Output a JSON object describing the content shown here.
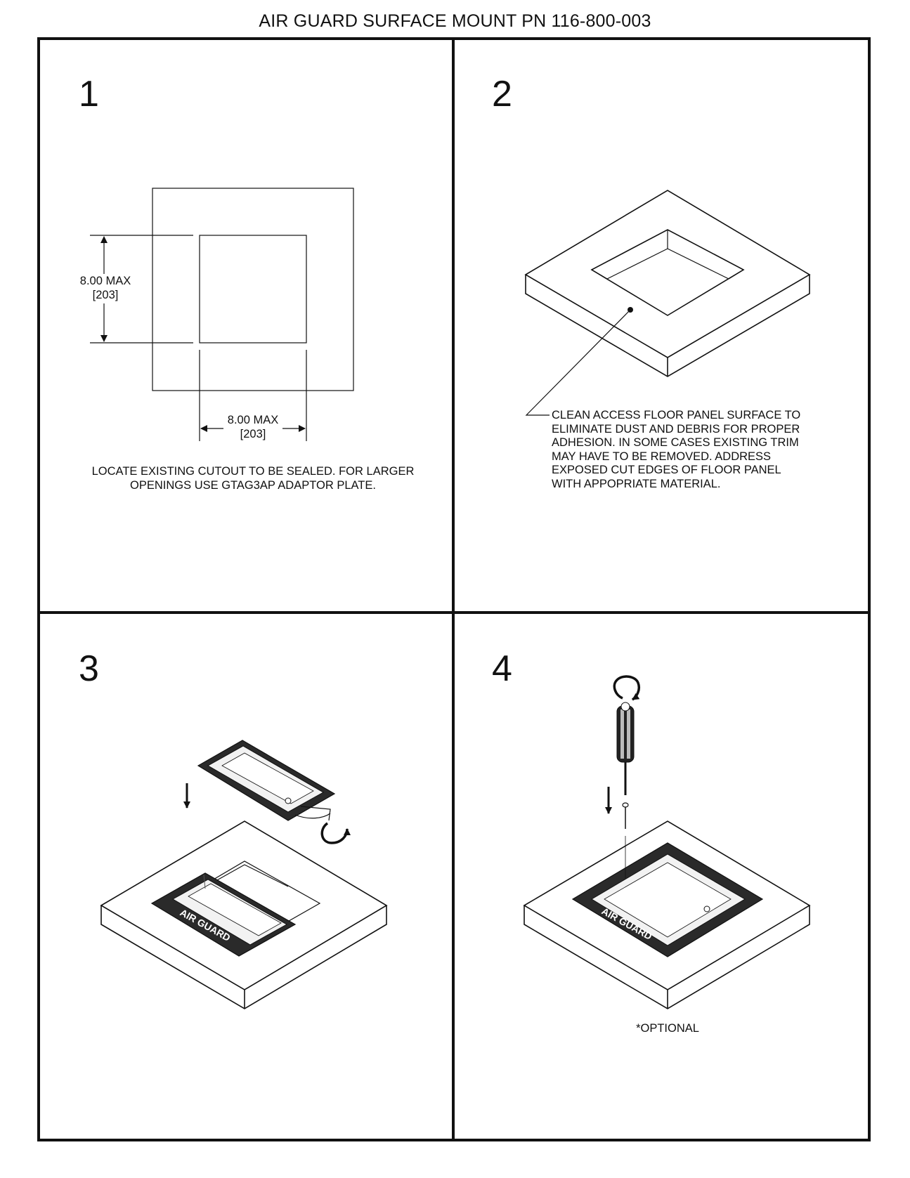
{
  "title": "AIR GUARD SURFACE MOUNT PN 116-800-003",
  "steps": [
    {
      "number": "1",
      "dim_vertical": {
        "value": "8.00 MAX",
        "metric": "[203]"
      },
      "dim_horizontal": {
        "value": "8.00 MAX",
        "metric": "[203]"
      },
      "note_lines": [
        "LOCATE EXISTING CUTOUT TO BE SEALED. FOR LARGER",
        "OPENINGS USE GTAG3AP ADAPTOR PLATE."
      ]
    },
    {
      "number": "2",
      "note_lines": [
        "CLEAN ACCESS FLOOR PANEL SURFACE TO",
        "ELIMINATE DUST AND DEBRIS FOR PROPER",
        "ADHESION. IN SOME CASES EXISTING TRIM",
        "MAY HAVE TO BE REMOVED. ADDRESS",
        "EXPOSED CUT EDGES OF FLOOR PANEL",
        "WITH APPOPRIATE MATERIAL."
      ]
    },
    {
      "number": "3",
      "logo_text": "AIR GUARD"
    },
    {
      "number": "4",
      "logo_text": "AIR GUARD",
      "optional_note": "*OPTIONAL"
    }
  ],
  "icons": [
    "down-arrow-icon",
    "rotate-arrow-icon",
    "screwdriver-icon",
    "screw-icon"
  ],
  "colors": {
    "ink": "#111111",
    "background": "#ffffff",
    "unit_dark": "#2a2a2a",
    "unit_face": "#f2f2f2"
  }
}
